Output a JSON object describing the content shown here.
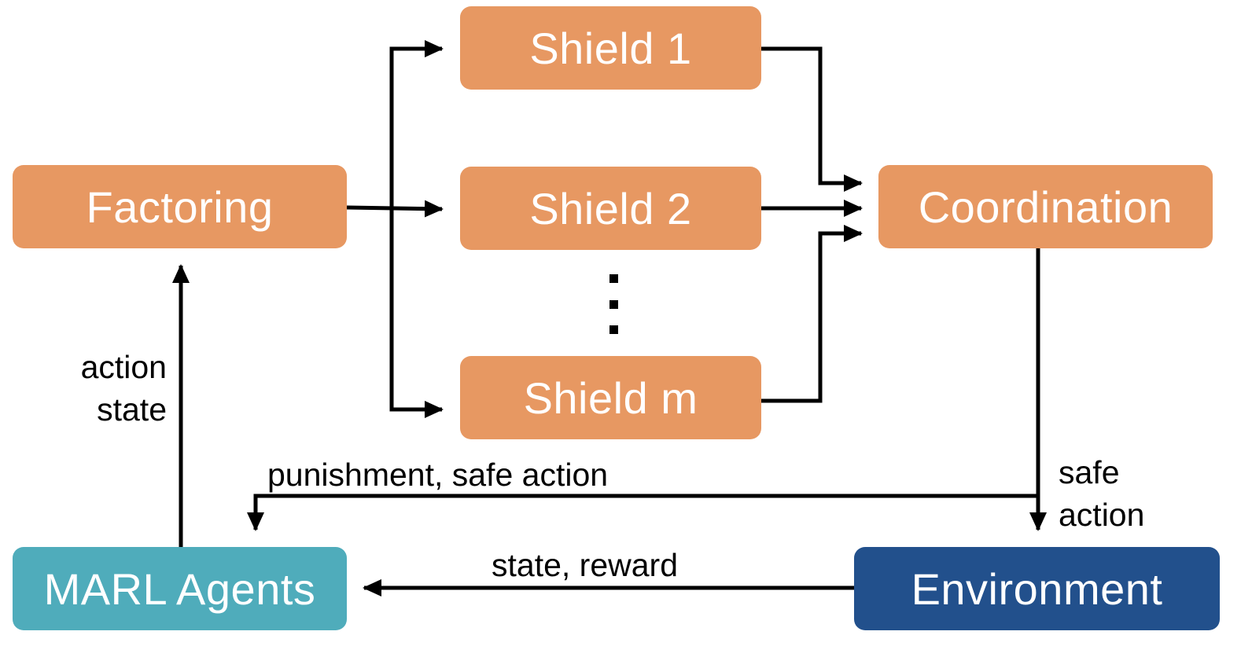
{
  "nodes": {
    "factoring": "Factoring",
    "shield1": "Shield 1",
    "shield2": "Shield 2",
    "shieldm": "Shield m",
    "coordination": "Coordination",
    "marl_agents": "MARL Agents",
    "environment": "Environment"
  },
  "edge_labels": {
    "action": "action",
    "state": "state",
    "punishment_safe_action": "punishment, safe action",
    "safe": "safe",
    "safe_action_2": "action",
    "state_reward": "state, reward"
  },
  "colors": {
    "shield_boxes": "#E79862",
    "marl_agents": "#4FACBB",
    "environment": "#22508C",
    "text_on_boxes": "#FFFFFF",
    "arrows": "#000000"
  }
}
